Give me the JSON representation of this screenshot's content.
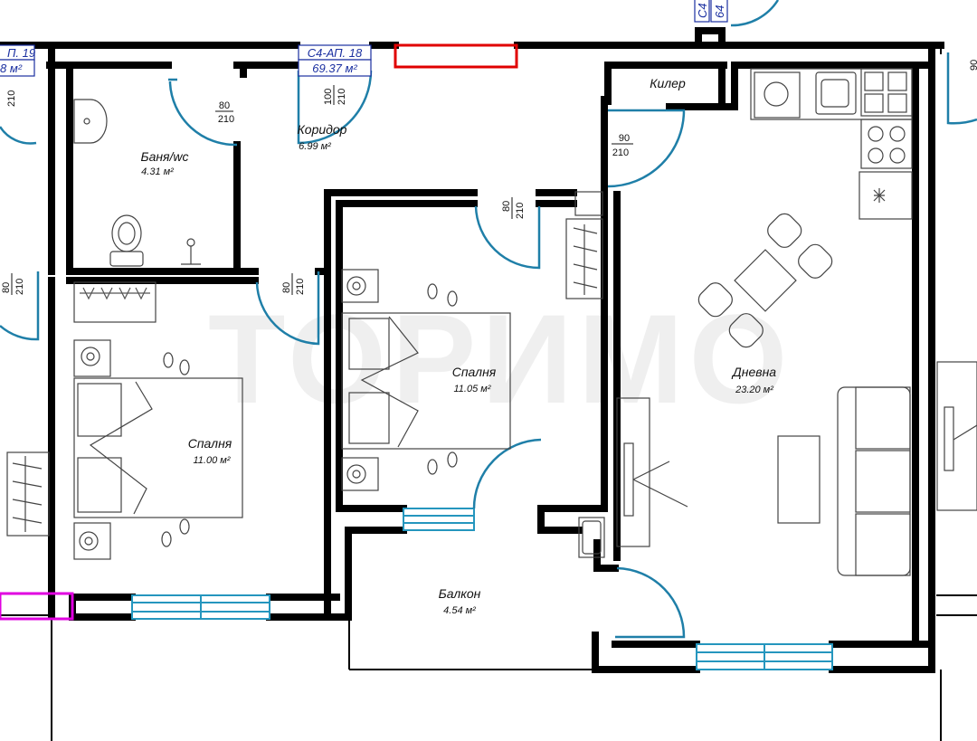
{
  "plan": {
    "rooms": [
      {
        "id": "bathroom",
        "name": "Баня/wc",
        "area": "4.31 м²"
      },
      {
        "id": "corridor",
        "name": "Коридор",
        "area": "6.99 м²"
      },
      {
        "id": "pantry",
        "name": "Килер",
        "area": ""
      },
      {
        "id": "bedroom_left",
        "name": "Спалня",
        "area": "11.00 м²"
      },
      {
        "id": "bedroom_center",
        "name": "Спалня",
        "area": "11.05 м²"
      },
      {
        "id": "living",
        "name": "Дневна",
        "area": "23.20 м²"
      },
      {
        "id": "balcony",
        "name": "Балкон",
        "area": "4.54 м²"
      }
    ],
    "apartment_label": {
      "code": "С4-АП. 18",
      "area": "69.37 м²"
    },
    "neighbor_labels": {
      "left_code": "П. 19",
      "left_area": "8 м²",
      "top_code": "С4",
      "top_area": "64"
    },
    "door_sizes": {
      "bathroom": {
        "w": "80",
        "h": "210"
      },
      "entrance": {
        "w": "100",
        "h": "210"
      },
      "living": {
        "w": "90",
        "h": "210"
      },
      "bedroom_center": {
        "w": "80",
        "h": "210"
      },
      "bedroom_left": {
        "w": "80",
        "h": "210"
      },
      "left_neighbor_top": {
        "w": "",
        "h": "210"
      },
      "left_neighbor_mid": {
        "w": "80",
        "h": "210"
      },
      "right_neighbor": {
        "w": "90",
        "h": ""
      }
    },
    "watermark": "ТОРИМО",
    "colors": {
      "wall": "#000000",
      "door": "#1f7fa8",
      "window": "#2596be",
      "highlight_red": "#e00000",
      "highlight_magenta": "#e000e0",
      "label_blue": "#1a2fa0"
    }
  }
}
